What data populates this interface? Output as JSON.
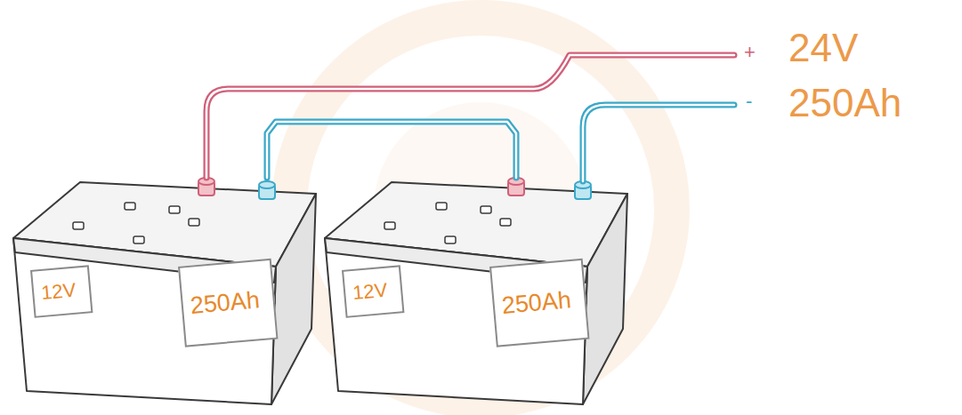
{
  "diagram": {
    "nodes": [
      {
        "text": [
          "12V",
          "250Ah"
        ]
      },
      {
        "text": [
          "12V",
          "250Ah"
        ]
      }
    ],
    "edges": [
      {
        "from": 0,
        "to": 1,
        "arrow": "none"
      }
    ],
    "labels": [
      "+",
      "24V",
      "-",
      "250Ah"
    ]
  }
}
